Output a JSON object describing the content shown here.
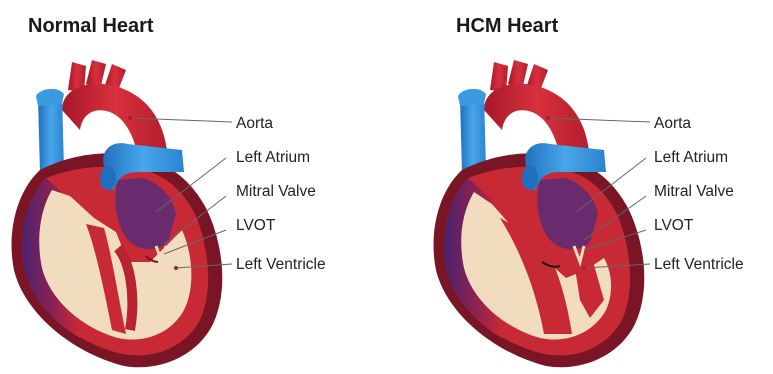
{
  "panels": [
    {
      "title": "Normal Heart",
      "labels": [
        "Aorta",
        "Left Atrium",
        "Mitral Valve",
        "LVOT",
        "Left Ventricle"
      ]
    },
    {
      "title": "HCM Heart",
      "labels": [
        "Aorta",
        "Left Atrium",
        "Mitral Valve",
        "LVOT",
        "Left Ventricle"
      ]
    }
  ],
  "colors": {
    "aorta_red": "#c8202e",
    "vein_blue": "#2f8fd8",
    "wall_dark": "#7a1526",
    "muscle_red": "#c72a35",
    "interior": "#f2dcc0",
    "atrium_purple": "#6a2a6e"
  }
}
